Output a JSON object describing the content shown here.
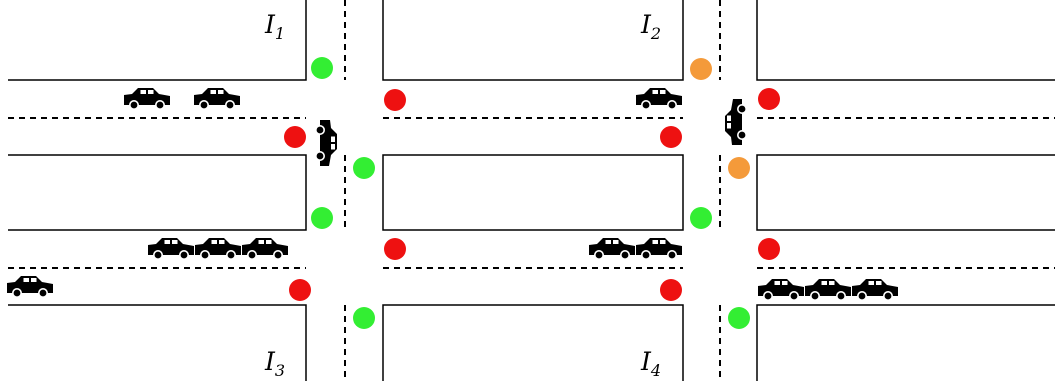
{
  "intersections": [
    {
      "id": "I1",
      "letter": "I",
      "index": "1"
    },
    {
      "id": "I2",
      "letter": "I",
      "index": "2"
    },
    {
      "id": "I3",
      "letter": "I",
      "index": "3"
    },
    {
      "id": "I4",
      "letter": "I",
      "index": "4"
    }
  ],
  "colors": {
    "green": "#33ee33",
    "red": "#ee1111",
    "amber": "#f49a3a",
    "road_line": "#000000",
    "car": "#000000"
  },
  "traffic_lights": [
    {
      "name": "signal-i1-ne",
      "state": "green"
    },
    {
      "name": "signal-i1-nw-west",
      "state": "red"
    },
    {
      "name": "signal-i1-east-approach",
      "state": "red"
    },
    {
      "name": "signal-i1-se",
      "state": "green"
    },
    {
      "name": "signal-i2-nw",
      "state": "amber"
    },
    {
      "name": "signal-i2-west-approach",
      "state": "red"
    },
    {
      "name": "signal-i2-ne",
      "state": "red"
    },
    {
      "name": "signal-i2-se",
      "state": "amber"
    },
    {
      "name": "signal-i3-ne",
      "state": "green"
    },
    {
      "name": "signal-i3-nw",
      "state": "red"
    },
    {
      "name": "signal-i3-west",
      "state": "red"
    },
    {
      "name": "signal-i3-se",
      "state": "green"
    },
    {
      "name": "signal-i4-nw",
      "state": "green"
    },
    {
      "name": "signal-i4-ne",
      "state": "red"
    },
    {
      "name": "signal-i4-west",
      "state": "red"
    },
    {
      "name": "signal-i4-se",
      "state": "green"
    }
  ]
}
